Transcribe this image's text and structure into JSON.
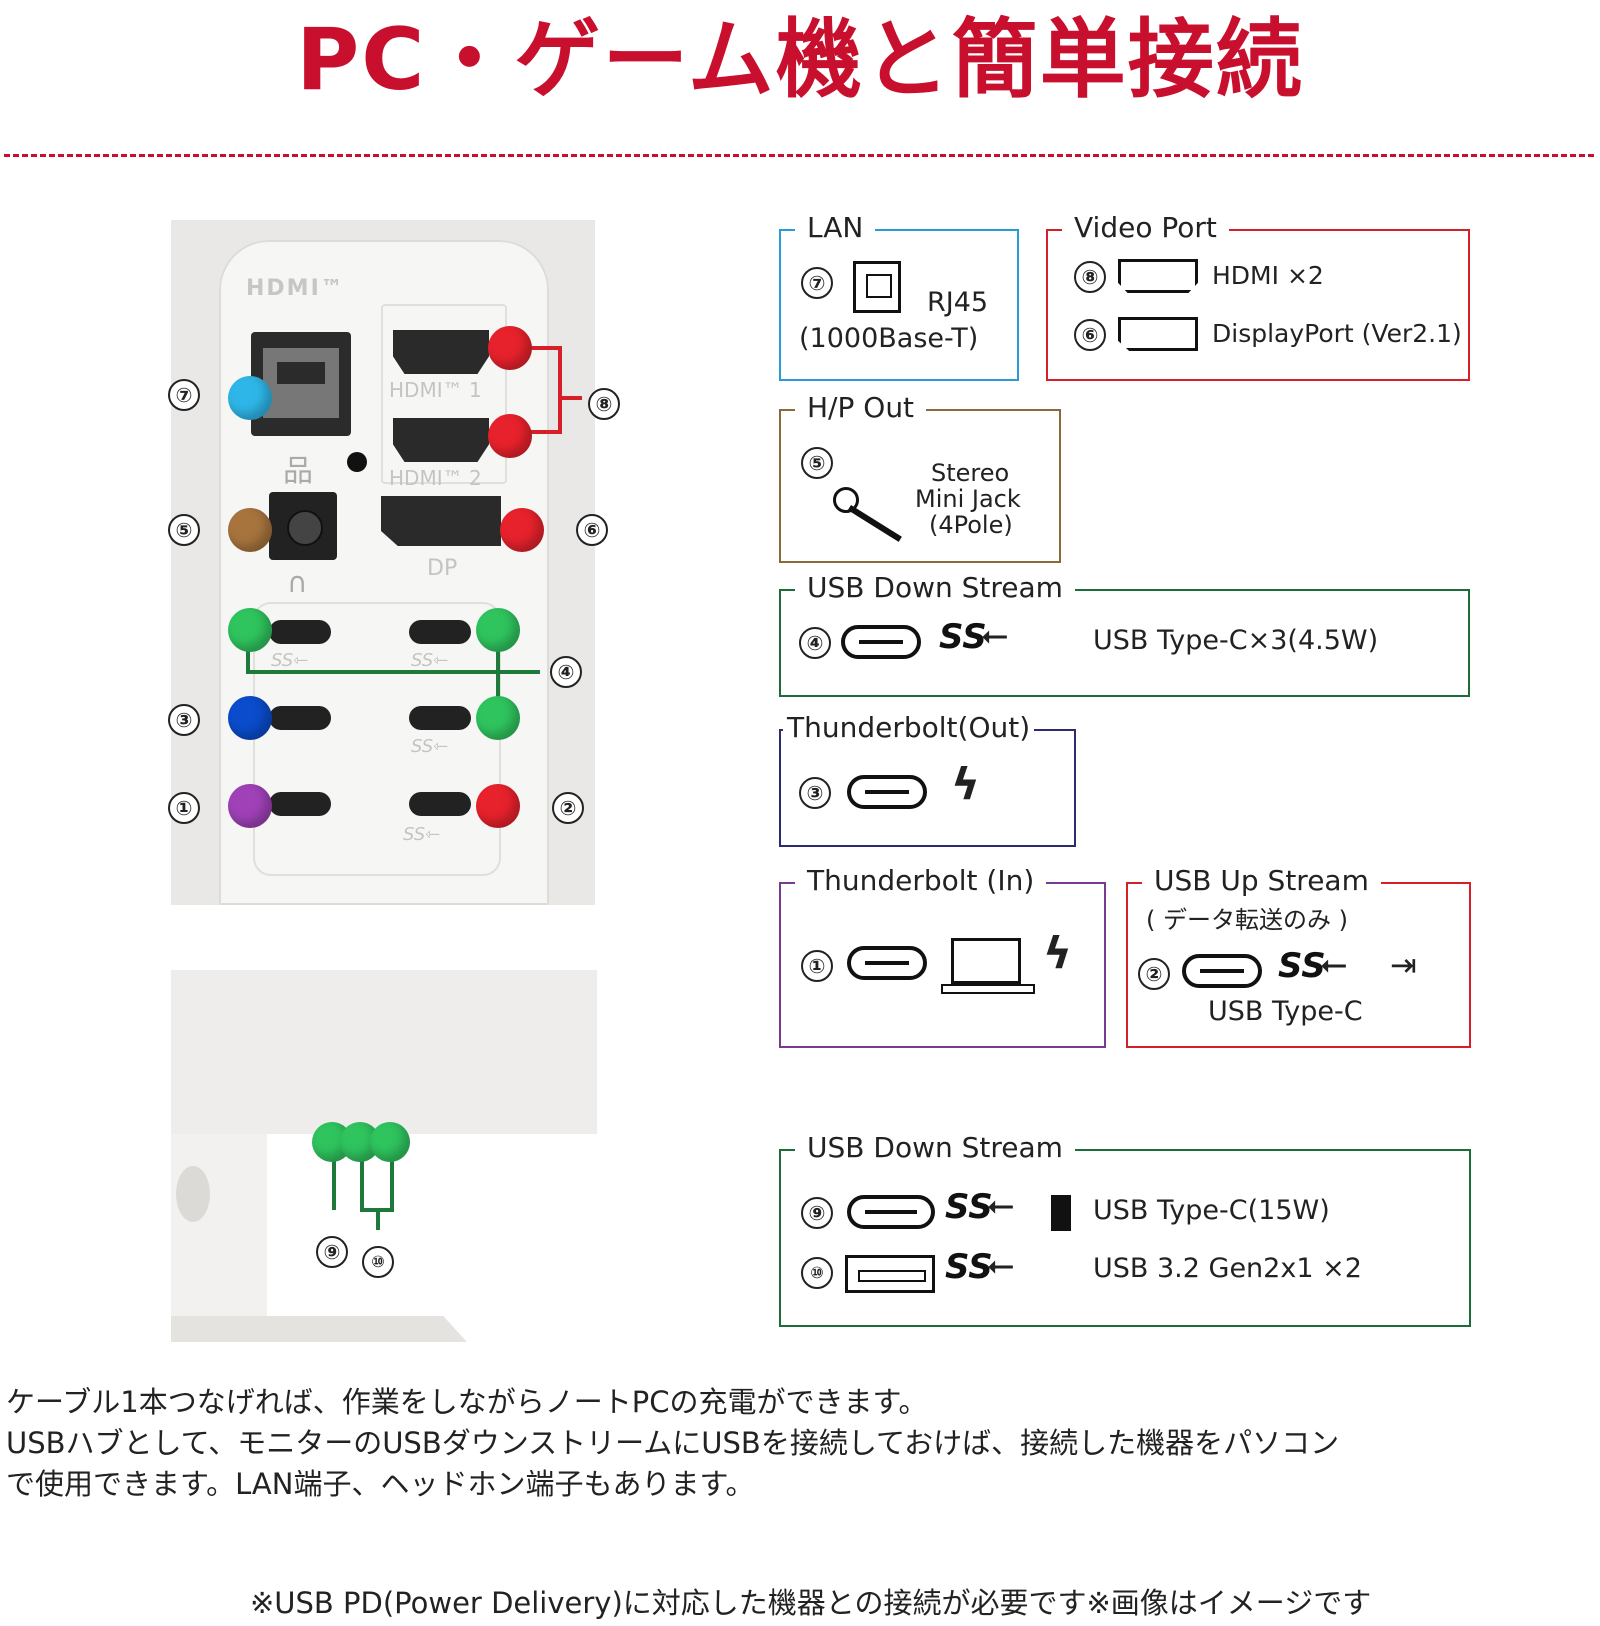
{
  "headline": "PC・ゲーム機と簡単接続",
  "colors": {
    "accent_red": "#c8102e",
    "lan_blue": "#2a9bd4",
    "hp_brown": "#8a6a3a",
    "usb_green": "#1e6b3a",
    "tb_out_navy": "#2b2b6e",
    "tb_in_purple": "#7a3b8f",
    "dot_red": "#e8222c",
    "dot_green": "#2fc45e",
    "dot_cyan": "#2fb6e8",
    "dot_brown": "#a8743e",
    "dot_blue": "#0a4ccc",
    "dot_purple": "#a041b8"
  },
  "photo": {
    "hdmi_logo": "HDMI™",
    "hdmi1_label": "HDMI™ 1",
    "hdmi2_label": "HDMI™ 2",
    "dp_label": "DP",
    "usb_ss_label": "SS⇽",
    "callouts": [
      "⑦",
      "⑤",
      "③",
      "①",
      "⑧",
      "⑥",
      "④",
      "②",
      "⑨",
      "⑩"
    ]
  },
  "lan_box": {
    "title": "LAN",
    "num": "⑦",
    "label1": "RJ45",
    "label2": "(1000Base-T)",
    "icon": "rj45-icon"
  },
  "video_box": {
    "title": "Video Port",
    "rows": [
      {
        "num": "⑧",
        "label": "HDMI ×2",
        "icon": "hdmi-port-icon"
      },
      {
        "num": "⑥",
        "label": "DisplayPort (Ver2.1)",
        "icon": "displayport-icon"
      }
    ]
  },
  "hp_box": {
    "title": "H/P Out",
    "num": "⑤",
    "label1": "Stereo",
    "label2": "Mini Jack",
    "label3": "(4Pole)",
    "icon": "mini-jack-icon"
  },
  "usb_down_box1": {
    "title": "USB Down Stream",
    "num": "④",
    "ss": "SS",
    "label": "USB Type-C×3(4.5W)"
  },
  "tb_out_box": {
    "title": "Thunderbolt(Out)",
    "num": "③"
  },
  "tb_in_box": {
    "title": "Thunderbolt (In)",
    "num": "①"
  },
  "usb_up_box": {
    "title": "USB Up Stream",
    "subtitle": "( データ転送のみ )",
    "num": "②",
    "ss": "SS",
    "label": "USB Type-C"
  },
  "usb_down_box2": {
    "title": "USB Down Stream",
    "rows": [
      {
        "num": "⑨",
        "ss": "SS",
        "label": "USB Type-C(15W)"
      },
      {
        "num": "⑩",
        "ss": "SS",
        "label": "USB 3.2 Gen2x1 ×2"
      }
    ]
  },
  "description": {
    "line1": "ケーブル1本つなげれば、作業をしながらノートPCの充電ができます。",
    "line2": "USBハブとして、モニターのUSBダウンストリームにUSBを接続しておけば、接続した機器をパソコン",
    "line3": "で使用できます。LAN端子、ヘッドホン端子もあります。"
  },
  "footnote": "※USB PD(Power Delivery)に対応した機器との接続が必要です※画像はイメージです"
}
